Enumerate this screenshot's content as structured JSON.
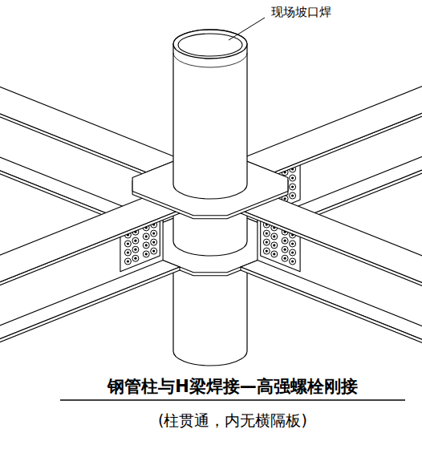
{
  "diagram": {
    "title": "钢管柱与H梁焊接—高强螺栓刚接",
    "caption": "(柱贯通，内无横隔板)",
    "labels": [
      "现场坡口焊"
    ]
  }
}
